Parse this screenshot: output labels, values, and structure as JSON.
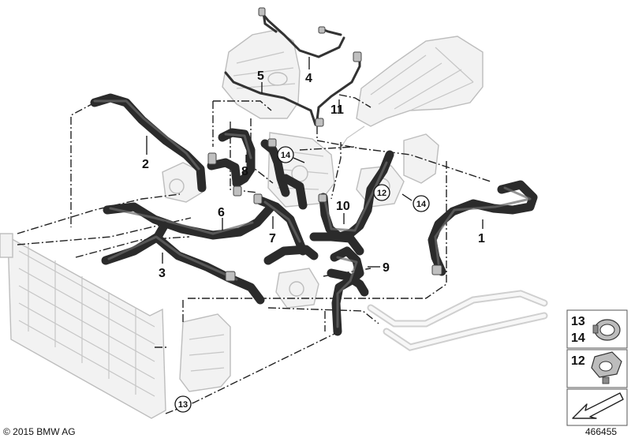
{
  "copyright": "© 2015 BMW AG",
  "diagram_id": "466455",
  "callouts": {
    "c1": "1",
    "c2": "2",
    "c3": "3",
    "c4": "4",
    "c5": "5",
    "c6": "6",
    "c7": "7",
    "c8": "8",
    "c9": "9",
    "c10": "10",
    "c11": "11"
  },
  "circled_callouts": {
    "a": "14",
    "b": "12",
    "c": "14",
    "d": "13"
  },
  "legend": {
    "row1_top": "13",
    "row1_bottom": "14",
    "row2": "12"
  }
}
